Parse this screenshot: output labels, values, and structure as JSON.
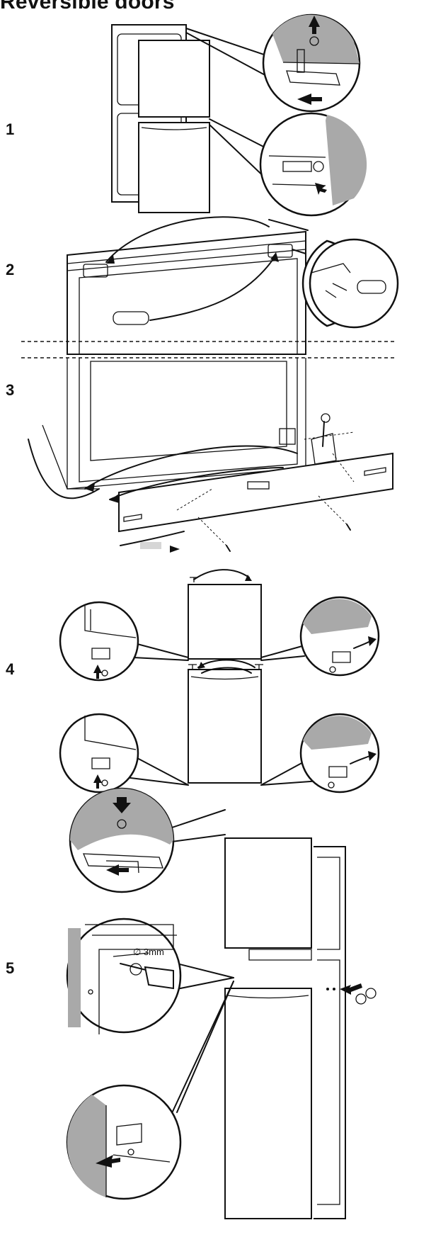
{
  "heading": "Reversible doors",
  "steps": [
    {
      "number": "1"
    },
    {
      "number": "2"
    },
    {
      "number": "3"
    },
    {
      "number": "4"
    },
    {
      "number": "5"
    }
  ],
  "drill_label": "∅ 3mm",
  "icons": [
    "arrow-up-icon",
    "arrow-down-icon",
    "arrow-right-icon",
    "curved-arrow-icon",
    "screw-icon",
    "drill-icon",
    "cap-icon"
  ],
  "colors": {
    "line": "#111111",
    "shade": "#a9a9a9",
    "background": "#ffffff"
  }
}
